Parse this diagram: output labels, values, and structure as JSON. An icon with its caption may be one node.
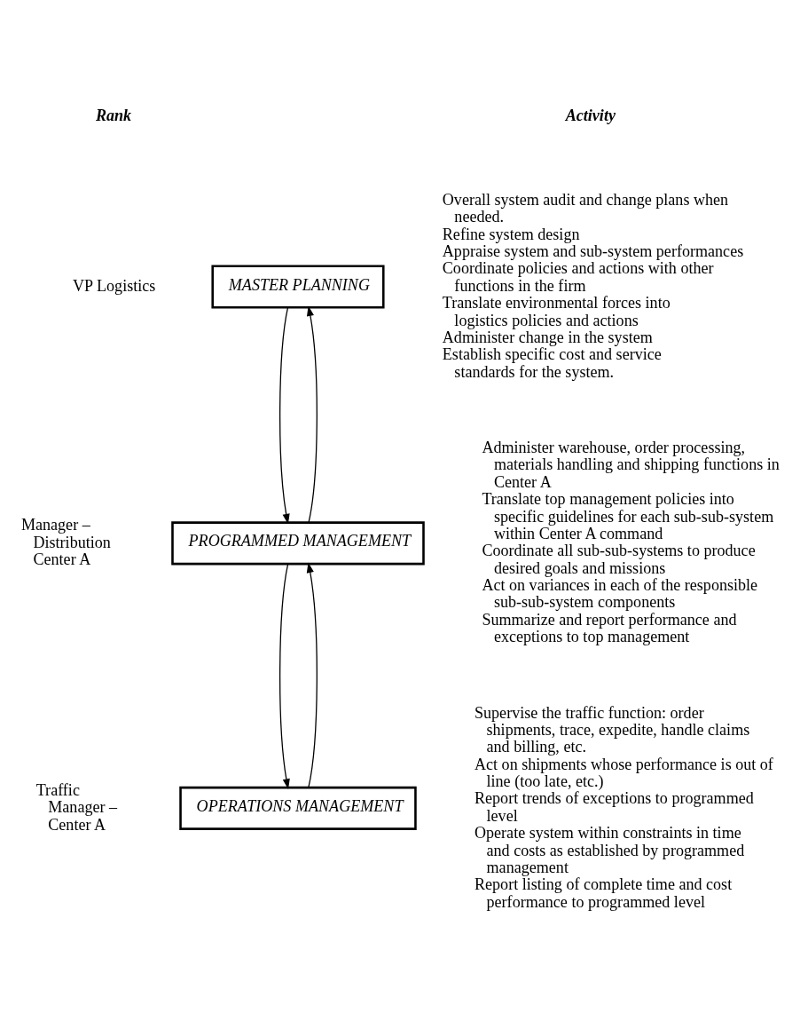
{
  "diagram": {
    "nodes": [
      {
        "text": [
          "MASTER PLANNING"
        ],
        "beside": [
          "VP Logistics",
          "Overall system audit and change plans when needed.",
          "Refine system design",
          "Appraise system and sub-system performances",
          "Coordinate policies and actions with other functions in the firm",
          "Translate environmental forces into logistics policies and actions",
          "Administer change in the system",
          "Establish specific cost and service standards for the system."
        ]
      },
      {
        "text": [
          "PROGRAMMED MANAGEMENT"
        ],
        "beside": [
          "Manager – Distribution Center A",
          "Administer warehouse, order processing, materials handling and shipping functions in Center A",
          "Translate top management policies into specific guidelines for each sub-sub-system within Center A command",
          "Coordinate all sub-sub-systems to produce desired goals and missions",
          "Act on variances in each of the responsible sub-sub-system components",
          "Summarize and report performance and exceptions to top management"
        ]
      },
      {
        "text": [
          "OPERATIONS MANAGEMENT"
        ],
        "beside": [
          "Traffic Manager – Center A",
          "Supervise the traffic function: order shipments, trace, expedite, handle claims and billing, etc.",
          "Act on shipments whose performance is out of line (too late, etc.)",
          "Report trends of exceptions to programmed level",
          "Operate system within constraints in time and costs as established by programmed management",
          "Report listing of complete time and cost performance to programmed level"
        ]
      }
    ],
    "edges": [
      {
        "from": 0,
        "to": 1,
        "arrow": "to"
      },
      {
        "from": 1,
        "to": 0,
        "arrow": "to"
      },
      {
        "from": 1,
        "to": 2,
        "arrow": "to"
      },
      {
        "from": 2,
        "to": 1,
        "arrow": "to"
      }
    ],
    "labels": [
      "Rank",
      "Activity"
    ]
  }
}
